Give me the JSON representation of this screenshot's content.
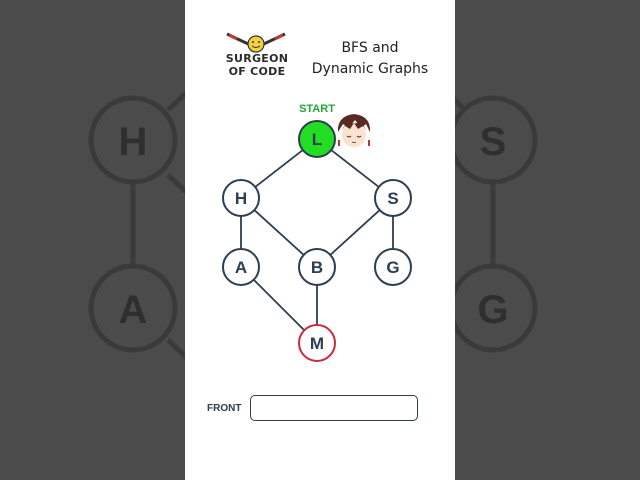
{
  "brand": {
    "line1": "SURGEON",
    "line2": "OF CODE"
  },
  "title": {
    "line1": "BFS and",
    "line2": "Dynamic Graphs"
  },
  "start_label": "START",
  "front_label": "FRONT",
  "front_queue": "",
  "colors": {
    "node_stroke": "#2c3e50",
    "start_fill": "#22dd22",
    "start_label": "#1fa83a",
    "target_stroke": "#cc2b3b",
    "background": "#4b4b4b"
  },
  "graph": {
    "nodes": [
      {
        "id": "L",
        "label": "L",
        "role": "start"
      },
      {
        "id": "H",
        "label": "H",
        "role": "normal"
      },
      {
        "id": "S",
        "label": "S",
        "role": "normal"
      },
      {
        "id": "A",
        "label": "A",
        "role": "normal"
      },
      {
        "id": "B",
        "label": "B",
        "role": "normal"
      },
      {
        "id": "G",
        "label": "G",
        "role": "normal"
      },
      {
        "id": "M",
        "label": "M",
        "role": "target"
      }
    ],
    "edges": [
      [
        "L",
        "H"
      ],
      [
        "L",
        "S"
      ],
      [
        "H",
        "A"
      ],
      [
        "H",
        "B"
      ],
      [
        "S",
        "B"
      ],
      [
        "S",
        "G"
      ],
      [
        "A",
        "M"
      ],
      [
        "B",
        "M"
      ]
    ]
  },
  "background_nodes": {
    "left": [
      "H",
      "A"
    ],
    "right": [
      "S",
      "G"
    ]
  }
}
